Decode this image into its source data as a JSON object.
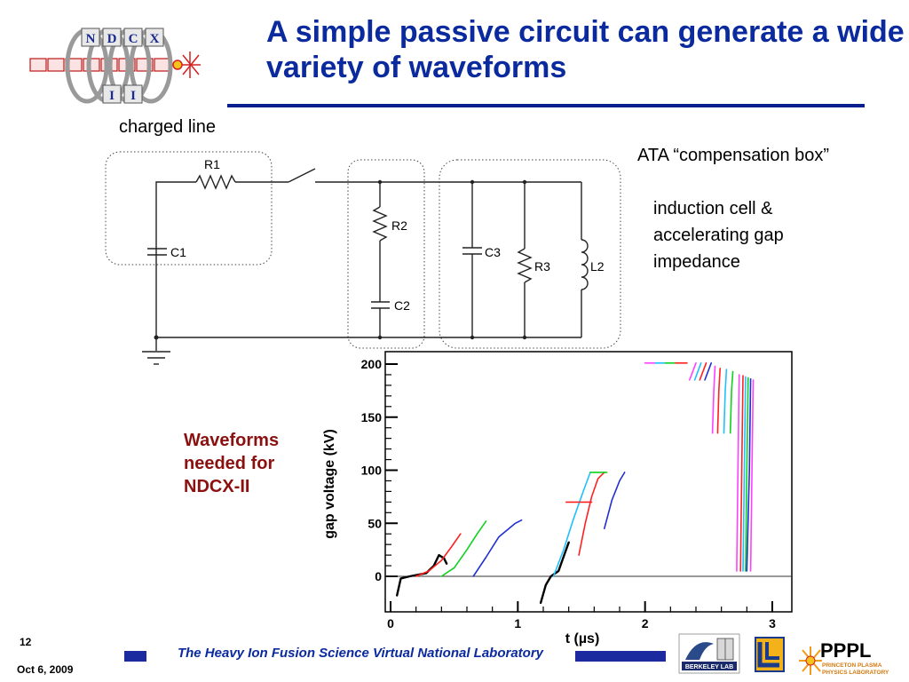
{
  "slide": {
    "title": "A simple passive circuit can generate a wide variety of waveforms",
    "labels": {
      "charged_line": "charged line",
      "ata_box": "ATA “compensation box”",
      "induction": "induction cell & accelerating gap impedance",
      "waveforms_note": "Waveforms needed for NDCX-II"
    },
    "footer": {
      "slide_number": "12",
      "date": "Oct 6, 2009",
      "lab": "The Heavy Ion Fusion Science Virtual National Laboratory"
    },
    "logo": {
      "ndcx_letters": [
        "N",
        "D",
        "C",
        "X"
      ],
      "ndcx_ii": [
        "I",
        "I"
      ],
      "berkeley": "BERKELEY LAB",
      "pppl": "PPPL",
      "pppl_sub": [
        "PRINCETON PLASMA",
        "PHYSICS LABORATORY"
      ]
    }
  },
  "circuit": {
    "components": [
      "R1",
      "C1",
      "R2",
      "C2",
      "C3",
      "R3",
      "L2"
    ]
  },
  "chart_data": {
    "type": "line",
    "xlabel": "t (µs)",
    "ylabel": "gap voltage (kV)",
    "xlim": [
      0,
      3
    ],
    "ylim": [
      -30,
      205
    ],
    "xticks": [
      0,
      1,
      2,
      3
    ],
    "yticks": [
      0,
      50,
      100,
      150,
      200
    ],
    "baseline": 0,
    "series": [
      {
        "color": "#000000",
        "x": [
          0.05,
          0.08,
          0.15,
          0.28,
          0.34,
          0.38,
          0.42,
          0.44
        ],
        "y": [
          -18,
          -2,
          0,
          3,
          10,
          20,
          17,
          12
        ]
      },
      {
        "color": "#ff2020",
        "x": [
          0.2,
          0.3,
          0.4,
          0.48,
          0.55
        ],
        "y": [
          0,
          5,
          15,
          28,
          40
        ]
      },
      {
        "color": "#10d020",
        "x": [
          0.4,
          0.5,
          0.6,
          0.68,
          0.75
        ],
        "y": [
          0,
          8,
          25,
          40,
          52
        ]
      },
      {
        "color": "#2030d0",
        "x": [
          0.65,
          0.75,
          0.85,
          0.98,
          1.03
        ],
        "y": [
          0,
          18,
          37,
          50,
          53
        ]
      },
      {
        "color": "#000000",
        "x": [
          1.18,
          1.22,
          1.26,
          1.32,
          1.37,
          1.4
        ],
        "y": [
          -25,
          -8,
          0,
          5,
          22,
          32
        ]
      },
      {
        "color": "#20c0ff",
        "x": [
          1.28,
          1.36,
          1.44,
          1.52,
          1.57
        ],
        "y": [
          0,
          25,
          55,
          82,
          98
        ]
      },
      {
        "color": "#ff2020",
        "x": [
          1.48,
          1.53,
          1.58,
          1.63,
          1.68
        ],
        "y": [
          20,
          50,
          75,
          92,
          98
        ]
      },
      {
        "color": "#10d020",
        "x": [
          1.57,
          1.7
        ],
        "y": [
          98,
          98
        ]
      },
      {
        "color": "#ff2020",
        "x": [
          1.38,
          1.58
        ],
        "y": [
          70,
          70
        ]
      },
      {
        "color": "#2030d0",
        "x": [
          1.68,
          1.74,
          1.8,
          1.84
        ],
        "y": [
          45,
          72,
          90,
          98
        ]
      },
      {
        "color": "#ff40ff",
        "x": [
          2.0,
          2.08
        ],
        "y": [
          201,
          201
        ]
      },
      {
        "color": "#20c0ff",
        "x": [
          2.08,
          2.16
        ],
        "y": [
          201,
          201
        ]
      },
      {
        "color": "#10d020",
        "x": [
          2.16,
          2.24
        ],
        "y": [
          201,
          201
        ]
      },
      {
        "color": "#ff2020",
        "x": [
          2.24,
          2.33
        ],
        "y": [
          201,
          201
        ]
      },
      {
        "color": "#ff40ff",
        "x": [
          2.35,
          2.4
        ],
        "y": [
          185,
          201
        ]
      },
      {
        "color": "#20c0ff",
        "x": [
          2.39,
          2.44
        ],
        "y": [
          185,
          201
        ]
      },
      {
        "color": "#ff2020",
        "x": [
          2.43,
          2.48
        ],
        "y": [
          185,
          201
        ]
      },
      {
        "color": "#2030d0",
        "x": [
          2.47,
          2.52
        ],
        "y": [
          185,
          201
        ]
      },
      {
        "color": "#ff40ff",
        "x": [
          2.53,
          2.54,
          2.55
        ],
        "y": [
          135,
          175,
          198
        ]
      },
      {
        "color": "#ff2020",
        "x": [
          2.57,
          2.58,
          2.59
        ],
        "y": [
          135,
          175,
          196
        ]
      },
      {
        "color": "#20c0ff",
        "x": [
          2.62,
          2.63,
          2.64
        ],
        "y": [
          135,
          175,
          195
        ]
      },
      {
        "color": "#10d020",
        "x": [
          2.67,
          2.68,
          2.69
        ],
        "y": [
          135,
          175,
          193
        ]
      },
      {
        "color": "#ff40ff",
        "x": [
          2.72,
          2.73,
          2.74
        ],
        "y": [
          5,
          100,
          190
        ]
      },
      {
        "color": "#ff2020",
        "x": [
          2.75,
          2.76,
          2.77
        ],
        "y": [
          5,
          100,
          189
        ]
      },
      {
        "color": "#20c0ff",
        "x": [
          2.77,
          2.78,
          2.79
        ],
        "y": [
          5,
          100,
          188
        ]
      },
      {
        "color": "#10d020",
        "x": [
          2.79,
          2.8,
          2.81
        ],
        "y": [
          5,
          100,
          187
        ]
      },
      {
        "color": "#2030d0",
        "x": [
          2.8,
          2.82,
          2.83
        ],
        "y": [
          5,
          100,
          186
        ]
      },
      {
        "color": "#ff40ff",
        "x": [
          2.83,
          2.84,
          2.85
        ],
        "y": [
          5,
          100,
          185
        ]
      }
    ]
  }
}
